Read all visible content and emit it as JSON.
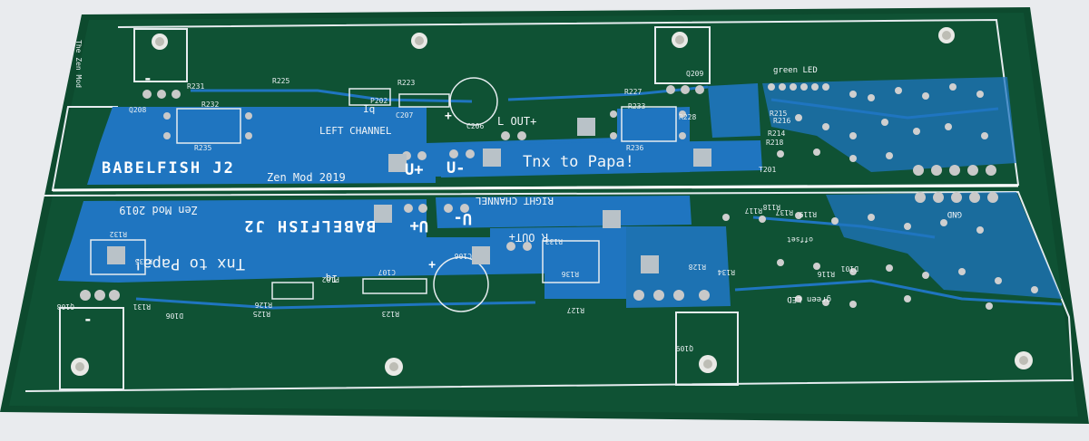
{
  "board": {
    "colors": {
      "background": "#e9ebee",
      "soldermask": "#0d4a2e",
      "copper_pour": "#1f75c0",
      "silkscreen": "#f2f5f7",
      "pads": "#c9c9c9"
    },
    "left_channel": {
      "title": "BABELFISH J2",
      "mod": "Zen Mod 2019",
      "thanks": "Tnx to Papa!",
      "channel_label": "LEFT CHANNEL",
      "output_label": "L OUT+",
      "rail_plus": "U+",
      "rail_minus": "U-",
      "iq_label": "Iq",
      "plus_mark": "+",
      "minus_mark": "-",
      "led_label": "green LED"
    },
    "right_channel": {
      "title": "BABELFISH J2",
      "mod": "Zen Mod 2019",
      "thanks": "Tnx to Papa!",
      "channel_label": "RIGHT CHANNEL",
      "output_label": "R OUT+",
      "rail_plus": "U+",
      "rail_minus": "U-",
      "iq_label": "Iq",
      "plus_mark": "+",
      "minus_mark": "-",
      "led_label": "green LED",
      "gnd_label": "GND",
      "offset_label": "offset"
    },
    "edge_text": "The Zen Mod",
    "designators_top": [
      "Q208",
      "Q209",
      "R232",
      "R235",
      "R236",
      "R233",
      "R227",
      "R223",
      "C207",
      "C206",
      "R231",
      "R225",
      "R228",
      "T201",
      "P202",
      "R215",
      "R216",
      "R214",
      "R218"
    ],
    "designators_bottom": [
      "Q108",
      "Q109",
      "R132",
      "R135",
      "R136",
      "R133",
      "R127",
      "R123",
      "C107",
      "C106",
      "R131",
      "R125",
      "R126",
      "R128",
      "R137",
      "P102",
      "D106",
      "R134",
      "R117",
      "R118",
      "R116",
      "R119",
      "D101"
    ]
  }
}
